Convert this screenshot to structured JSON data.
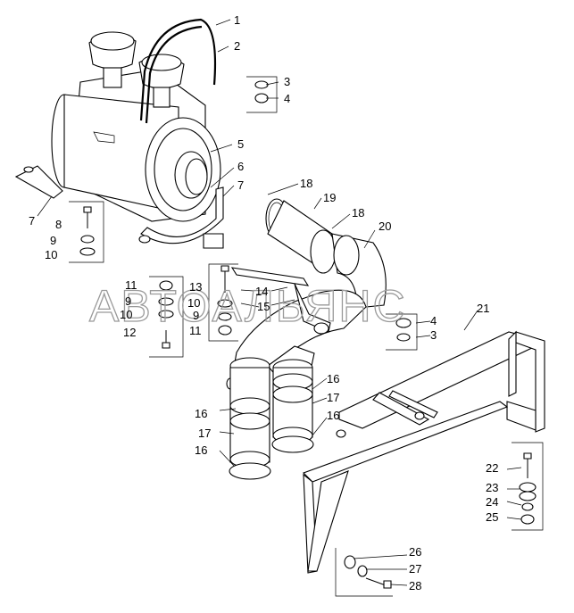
{
  "watermark": "АВТОАЛЬЯНС",
  "callouts": [
    {
      "id": "c1",
      "text": "1"
    },
    {
      "id": "c2",
      "text": "2"
    },
    {
      "id": "c3a",
      "text": "3"
    },
    {
      "id": "c4a",
      "text": "4"
    },
    {
      "id": "c5",
      "text": "5"
    },
    {
      "id": "c6",
      "text": "6"
    },
    {
      "id": "c7a",
      "text": "7"
    },
    {
      "id": "c7b",
      "text": "7"
    },
    {
      "id": "c8",
      "text": "8"
    },
    {
      "id": "c9a",
      "text": "9"
    },
    {
      "id": "c10a",
      "text": "10"
    },
    {
      "id": "c11a",
      "text": "11"
    },
    {
      "id": "c9b",
      "text": "9"
    },
    {
      "id": "c10b",
      "text": "10"
    },
    {
      "id": "c12",
      "text": "12"
    },
    {
      "id": "c13",
      "text": "13"
    },
    {
      "id": "c10c",
      "text": "10"
    },
    {
      "id": "c9c",
      "text": "9"
    },
    {
      "id": "c11b",
      "text": "11"
    },
    {
      "id": "c14",
      "text": "14"
    },
    {
      "id": "c15",
      "text": "15"
    },
    {
      "id": "c18a",
      "text": "18"
    },
    {
      "id": "c19",
      "text": "19"
    },
    {
      "id": "c18b",
      "text": "18"
    },
    {
      "id": "c20",
      "text": "20"
    },
    {
      "id": "c4b",
      "text": "4"
    },
    {
      "id": "c3b",
      "text": "3"
    },
    {
      "id": "c21",
      "text": "21"
    },
    {
      "id": "c16a",
      "text": "16"
    },
    {
      "id": "c17a",
      "text": "17"
    },
    {
      "id": "c16b",
      "text": "16"
    },
    {
      "id": "c16c",
      "text": "16"
    },
    {
      "id": "c17b",
      "text": "17"
    },
    {
      "id": "c16d",
      "text": "16"
    },
    {
      "id": "c22",
      "text": "22"
    },
    {
      "id": "c23",
      "text": "23"
    },
    {
      "id": "c24",
      "text": "24"
    },
    {
      "id": "c25",
      "text": "25"
    },
    {
      "id": "c26",
      "text": "26"
    },
    {
      "id": "c27",
      "text": "27"
    },
    {
      "id": "c28",
      "text": "28"
    }
  ]
}
